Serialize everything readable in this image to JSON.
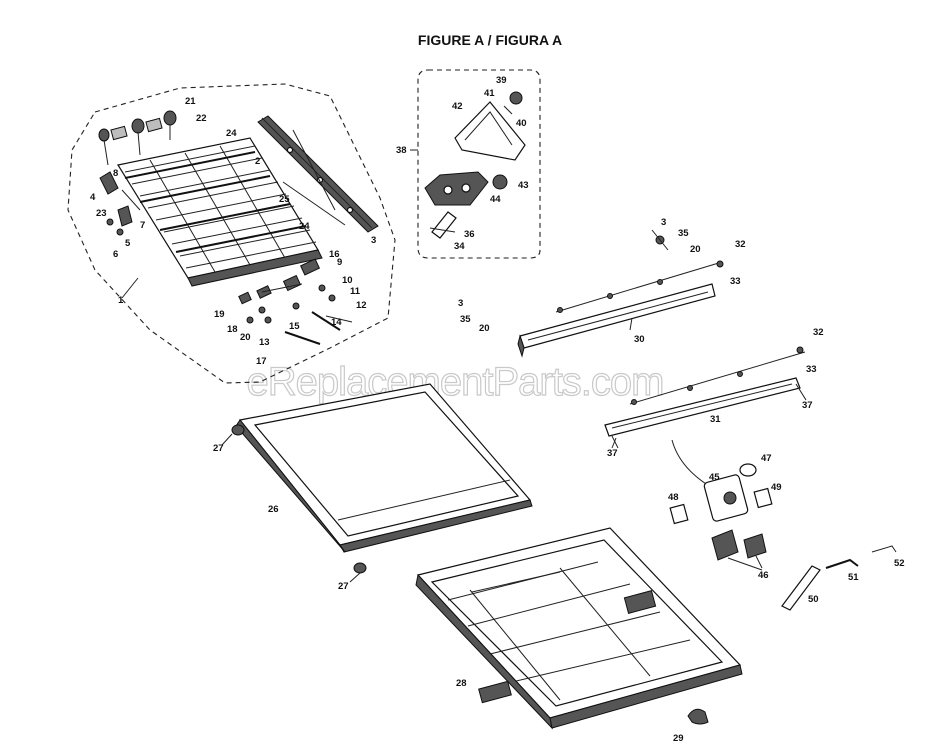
{
  "figure_title": "FIGURE A / FIGURA A",
  "watermark": "eReplacementParts.com",
  "callouts": {
    "c1": "1",
    "c2": "2",
    "c3a": "3",
    "c3b": "3",
    "c3c": "3",
    "c4": "4",
    "c5": "5",
    "c6": "6",
    "c7": "7",
    "c8": "8",
    "c9": "9",
    "c10": "10",
    "c11": "11",
    "c12": "12",
    "c13": "13",
    "c14": "14",
    "c15": "15",
    "c16": "16",
    "c17": "17",
    "c18": "18",
    "c19": "19",
    "c20a": "20",
    "c20b": "20",
    "c20c": "20",
    "c21": "21",
    "c22": "22",
    "c23": "23",
    "c24a": "24",
    "c24b": "24",
    "c25": "25",
    "c26": "26",
    "c27a": "27",
    "c27b": "27",
    "c28": "28",
    "c29": "29",
    "c30": "30",
    "c31": "31",
    "c32a": "32",
    "c32b": "32",
    "c33a": "33",
    "c33b": "33",
    "c34": "34",
    "c35a": "35",
    "c35b": "35",
    "c36": "36",
    "c37a": "37",
    "c37b": "37",
    "c38": "38",
    "c39": "39",
    "c40": "40",
    "c41": "41",
    "c42": "42",
    "c43": "43",
    "c44": "44",
    "c45": "45",
    "c46": "46",
    "c47": "47",
    "c48": "48",
    "c49": "49",
    "c50": "50",
    "c51": "51",
    "c52": "52"
  }
}
